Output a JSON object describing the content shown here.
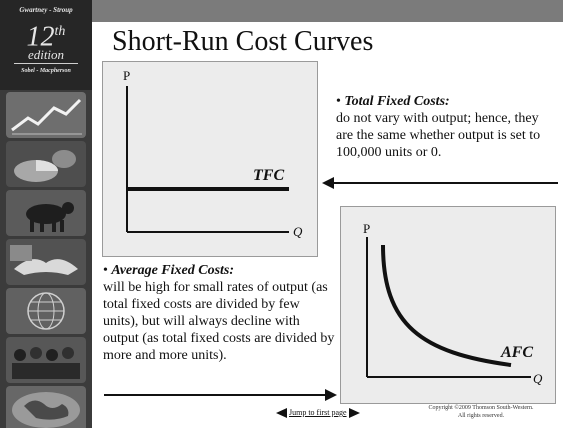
{
  "title": "Short-Run Cost Curves",
  "branding": {
    "authors": "Gwartney - Stroup",
    "edition_number": "12",
    "edition_suffix": "th",
    "edition_word": "edition",
    "coauthors": "Sobel - Macpherson"
  },
  "tfc_graph": {
    "y_label": "P",
    "x_label": "Q",
    "curve_label": "TFC"
  },
  "afc_graph": {
    "y_label": "P",
    "x_label": "Q",
    "curve_label": "AFC"
  },
  "notes": {
    "tfc": {
      "bullet": "•",
      "term": "Total Fixed Costs:",
      "text": "do not vary with output; hence, they are the same whether output is set to 100,000 units or 0."
    },
    "afc": {
      "bullet": "•",
      "term": "Average Fixed Costs:",
      "text": "will be high for small rates of output (as total fixed costs are divided by few units), but will always decline with output (as total fixed costs are divided by more and more units)."
    }
  },
  "footer": {
    "jump_label": "Jump to first page",
    "copyright_line1": "Copyright ©2009 Thomson South-Western.",
    "copyright_line2": "All rights reserved."
  },
  "colors": {
    "sidebar": "#3b3b3b",
    "top_bar": "#7b7b7b",
    "panel": "#ececec"
  }
}
